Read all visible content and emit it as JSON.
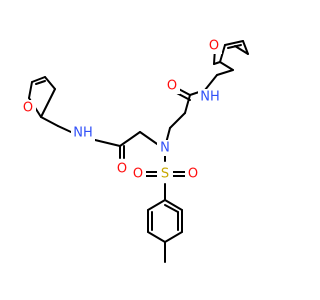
{
  "molecule": {
    "atoms": {
      "o_furan1": {
        "symbol": "O",
        "color": "#ff0d0d"
      },
      "o_furan2": {
        "symbol": "O",
        "color": "#ff0d0d"
      },
      "o_amide1": {
        "symbol": "O",
        "color": "#ff0d0d"
      },
      "o_amide2": {
        "symbol": "O",
        "color": "#ff0d0d"
      },
      "o_sulfonyl1": {
        "symbol": "O",
        "color": "#ff0d0d"
      },
      "o_sulfonyl2": {
        "symbol": "O",
        "color": "#ff0d0d"
      },
      "n_amide1": {
        "symbol": "NH",
        "color": "#3050f8"
      },
      "n_amide2": {
        "symbol": "NH",
        "color": "#3050f8"
      },
      "n_amine": {
        "symbol": "N",
        "color": "#3050f8"
      },
      "s_sulfonyl": {
        "symbol": "S",
        "color": "#c8a800"
      }
    }
  }
}
